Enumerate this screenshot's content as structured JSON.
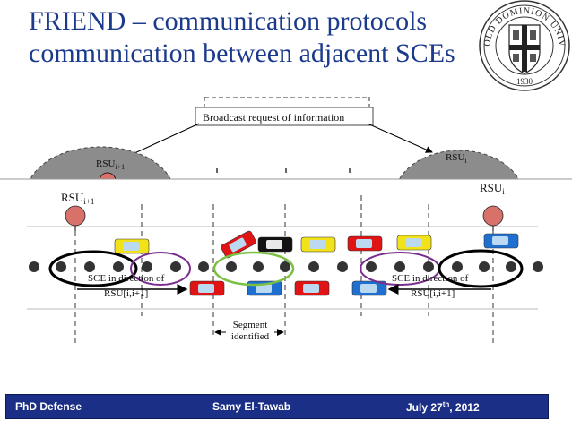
{
  "slide": {
    "title_line1": "FRIEND – communication protocols",
    "title_line2": "communication between adjacent SCEs"
  },
  "seal": {
    "text_top": "OLD DOMINION UNIVERSITY",
    "year": "1930"
  },
  "diagram": {
    "broadcast_label": "Broadcast request of information",
    "rsu_left_top": "RSU",
    "rsu_left_top_sub": "i+1",
    "rsu_right_top": "RSU",
    "rsu_right_top_sub": "i",
    "rsu_left": "RSU",
    "rsu_left_sub": "i+1",
    "rsu_right": "RSU",
    "rsu_right_sub": "i",
    "sce_left_line1": "SCE in direction of",
    "sce_left_line2": "RSU[i,i+1]",
    "sce_right_line1": "SCE in direction of",
    "sce_right_line2": "RSU[i,i+1]",
    "segment_line1": "Segment",
    "segment_line2": "identified",
    "colors": {
      "rsu": "#d9716b",
      "coverage": "#8c8c8c",
      "car_yellow": "#f2e21a",
      "car_red": "#e01414",
      "car_blue": "#1f6fd1",
      "car_black": "#111111",
      "ellipse_black": "#000000",
      "ellipse_purple": "#7a2e8e",
      "ellipse_green": "#7bc043"
    }
  },
  "footer": {
    "left": "PhD Defense",
    "center": "Samy El-Tawab",
    "right_main": "July 27",
    "right_sup": "th",
    "right_year": ", 2012"
  }
}
